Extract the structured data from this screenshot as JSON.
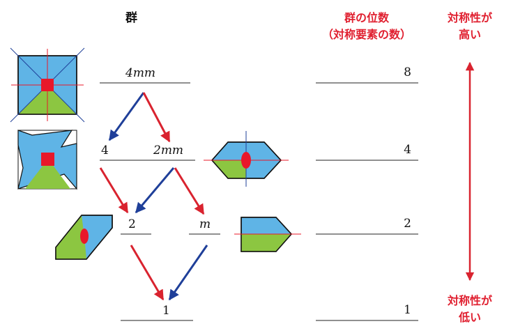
{
  "headers": {
    "group": "群",
    "order_line1": "群の位数",
    "order_line2": "（対称要素の数）",
    "high_line1": "対称性が",
    "high_line2": "高い",
    "low_line1": "対称性が",
    "low_line2": "低い"
  },
  "groups": {
    "g4mm": "4mm",
    "g4": "4",
    "g2mm": "2mm",
    "g2": "2",
    "gm": "m",
    "g1": "1"
  },
  "orders": [
    "8",
    "4",
    "2",
    "1"
  ],
  "colors": {
    "blue_fill": "#5fb4e6",
    "green_fill": "#8cc641",
    "red_accent": "#e8182a",
    "blue_arrow": "#1f3f99",
    "red_arrow": "#d9232f",
    "header_red": "#e02030"
  }
}
